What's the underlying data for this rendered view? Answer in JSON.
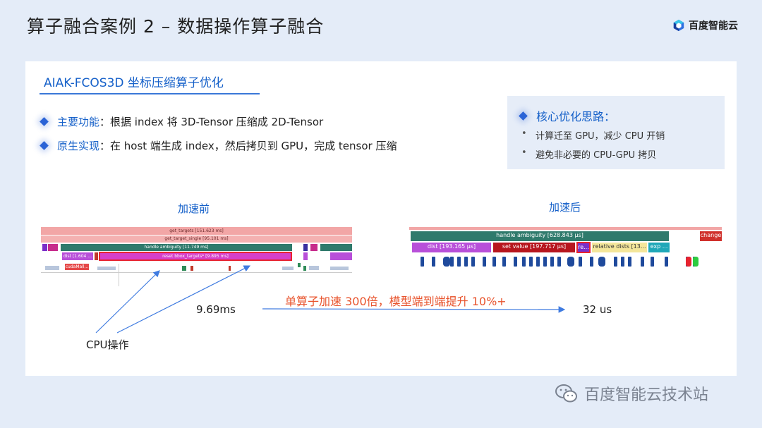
{
  "slide": {
    "title": "算子融合案例 2 – 数据操作算子融合",
    "brand": "百度智能云"
  },
  "card": {
    "title": "AIAK-FCOS3D  坐标压缩算子优化",
    "bullets": [
      {
        "label": "主要功能",
        "text": "：根据 index 将 3D-Tensor 压缩成 2D-Tensor"
      },
      {
        "label": "原生实现",
        "text": "：在 host 端生成 index，然后拷贝到 GPU，完成 tensor 压缩"
      }
    ],
    "ideas": {
      "title": "核心优化思路：",
      "items": [
        "计算迁至 GPU，减少 CPU 开销",
        "避免非必要的 CPU-GPU 拷贝"
      ]
    }
  },
  "before": {
    "caption": "加速前",
    "rows": {
      "get_targets": "get_targets [151.623 ms]",
      "get_target_single": "get_target_single [95.101 ms]",
      "handle_ambiguity": "handle ambiguity [11.749 ms]",
      "dist": "dist [1.604 ...",
      "reset": "reset bbox_targets* [9.895 ms]",
      "cuda": "cudaMall..."
    },
    "timing": "9.69ms"
  },
  "after": {
    "caption": "加速后",
    "rows": {
      "handle_ambiguity": "handle ambiguity [628.843 µs]",
      "change": "change",
      "dist": "dist [193.165 µs]",
      "set_value": "set value [197.717 µs]",
      "re": "re...",
      "relative": "relative dists [13...",
      "exp": "exp ..."
    },
    "timing": "32 us"
  },
  "annotation": {
    "speedup": "单算子加速 300倍，模型端到端提升 10%+",
    "cpu_label": "CPU操作"
  },
  "watermark": "百度智能云技术站",
  "colors": {
    "accent_blue": "#1560c9",
    "highlight_red": "#e8532c",
    "arrow_blue": "#3f7be0"
  }
}
